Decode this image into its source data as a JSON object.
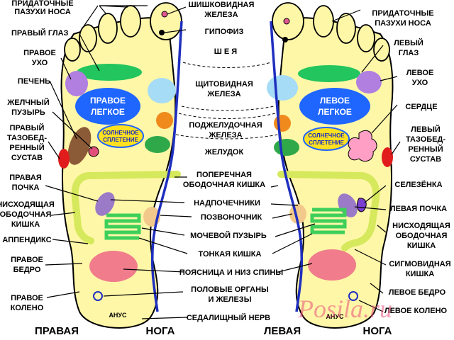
{
  "colors": {
    "foot_fill": "#fff7a8",
    "spine": "#1f2fbf",
    "lung": "#1f66ff",
    "eye_ear_green": "#22c55e",
    "ear_purple": "#b07fe0",
    "thyroid": "#a6dcf5",
    "pancreas": "#f08a1c",
    "stomach": "#2fa84a",
    "liver": "#8b5a36",
    "gallbladder": "#e0507a",
    "hip": "#e01c1c",
    "colon": "#d6e85c",
    "kidney": "#9b7ac7",
    "small_intestine": "#3ecf5a",
    "genitals": "#f07c8c",
    "heart": "#ff9fc6",
    "watermark": "#e94f7a"
  },
  "labels": {
    "sinuses_r": [
      "ПРИДАТОЧНЫЕ",
      "ПАЗУХИ НОСА"
    ],
    "right_eye": "ПРАВЫЙ ГЛАЗ",
    "right_ear": [
      "ПРАВОЕ",
      "УХО"
    ],
    "liver": "ПЕЧЕНЬ",
    "gallbladder": [
      "ЖЕЛЧНЫЙ",
      "ПУЗЫРЬ"
    ],
    "right_hip": [
      "ПРАВЫЙ",
      "ТАЗОБЕД-",
      "РЕННЫЙ",
      "СУСТАВ"
    ],
    "right_kidney": [
      "ПРАВАЯ",
      "ПОЧКА"
    ],
    "ascending_colon": [
      "НИСХОДЯЩАЯ",
      "ОБОДОЧНАЯ",
      "КИШКА"
    ],
    "appendix": "АППЕНДИКС",
    "right_thigh": [
      "ПРАВОЕ",
      "БЕДРО"
    ],
    "right_knee": [
      "ПРАВОЕ",
      "КОЛЕНО"
    ],
    "pineal": [
      "ШИШКОВИДНАЯ",
      "ЖЕЛЕЗА"
    ],
    "pituitary": "ГИПОФИЗ",
    "neck": "Ш Е Я",
    "thyroid": [
      "ЩИТОВИДНАЯ",
      "ЖЕЛЕЗА"
    ],
    "pancreas": [
      "ПОДЖЕЛУДОЧНАЯ",
      "ЖЕЛЕЗА"
    ],
    "stomach": "ЖЕЛУДОК",
    "transverse_colon": [
      "ПОПЕРЕЧНАЯ",
      "ОБОДОЧНАЯ  КИШКА"
    ],
    "adrenals": "НАДПОЧЕЧНИКИ",
    "spine": "ПОЗВОНОЧНИК",
    "bladder": "МОЧЕВОЙ ПУЗЫРЬ",
    "small_intestine": "ТОНКАЯ  КИШКА",
    "lower_back": "ПОЯСНИЦА И НИЗ СПИНЫ",
    "genitals": [
      "ПОЛОВЫЕ ОРГАНЫ",
      "И ЖЕЛЕЗЫ"
    ],
    "sciatic": "СЕДАЛИЩНЫЙ  НЕРВ",
    "sinuses_l": [
      "ПРИДАТОЧНЫЕ",
      "ПАЗУХИ НОСА"
    ],
    "left_eye": [
      "ЛЕВЫЙ",
      "ГЛАЗ"
    ],
    "left_ear": [
      "ЛЕВОЕ",
      "УХО"
    ],
    "heart": "СЕРДЦЕ",
    "left_hip": [
      "ЛЕВЫЙ",
      "ТАЗОБЕД-",
      "РЕННЫЙ",
      "СУСТАВ"
    ],
    "spleen": "СЕЛЕЗЁНКА",
    "left_kidney": "ЛЕВАЯ ПОЧКА",
    "descending_colon": [
      "НИСХОДЯЩАЯ",
      "ОБОДОЧНАЯ",
      "КИШКА"
    ],
    "sigmoid": [
      "СИГМОВИДНАЯ",
      "КИШКА"
    ],
    "left_thigh": "ЛЕВОЕ  БЕДРО",
    "left_knee": "ЛЕВОЕ КОЛЕНО"
  },
  "organ_text": {
    "right_lung": [
      "ПРАВОЕ",
      "ЛЕГКОЕ"
    ],
    "left_lung": [
      "ЛЕВОЕ",
      "ЛЕГКОЕ"
    ],
    "solar_plexus": [
      "СОЛНЕЧНОЕ",
      "СПЛЕТЕНИЕ"
    ],
    "anus": "АНУС"
  },
  "titles": {
    "right_foot": [
      "ПРАВАЯ",
      "НОГА"
    ],
    "left_foot": [
      "ЛЕВАЯ",
      "НОГА"
    ]
  },
  "watermark": "Posila.ru"
}
